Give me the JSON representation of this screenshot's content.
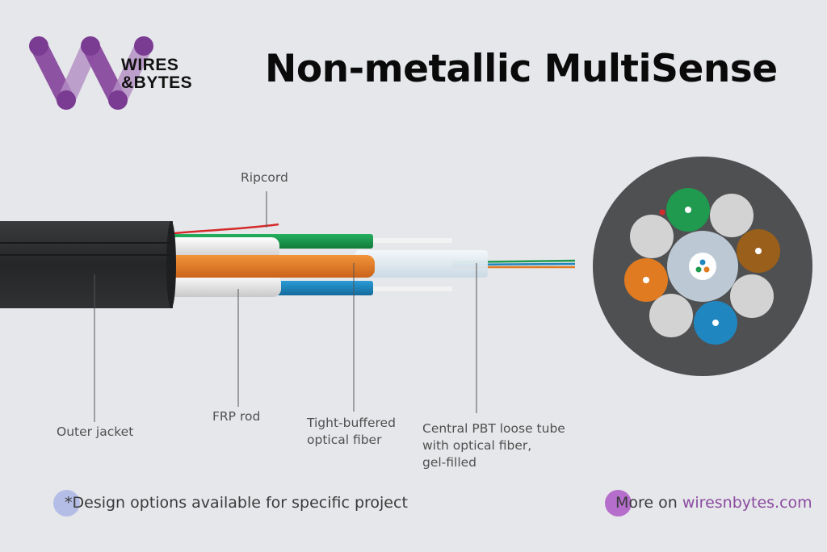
{
  "brand": {
    "line1": "WIRES",
    "line2": "&BYTES",
    "logo_icon": "w-logo-icon",
    "colors": {
      "purple": "#8a4ba0",
      "light_purple": "#b38ec4"
    }
  },
  "title": "Non-metallic MultiSense",
  "labels": {
    "ripcord": "Ripcord",
    "outer_jacket": "Outer jacket",
    "frp_rod": "FRP rod",
    "tight_buffered": [
      "Tight-buffered",
      "optical fiber"
    ],
    "central_tube": [
      "Central PBT loose tube",
      "with optical fiber,",
      "gel-filled"
    ]
  },
  "footer": {
    "note": "*Design options available for specific project",
    "more_prefix": "More on ",
    "more_link": "wiresnbytes.com",
    "note_dot_color": "#b3bde6",
    "link_dot_color": "#b56ecb"
  },
  "colors": {
    "jacket": "#2b2c2e",
    "green": "#1f9a4f",
    "orange": "#e07b22",
    "blue": "#1f86c0",
    "brown": "#9a5f1a",
    "white_rod": "#d3d3d3",
    "ripcord": "#d42a2a"
  }
}
